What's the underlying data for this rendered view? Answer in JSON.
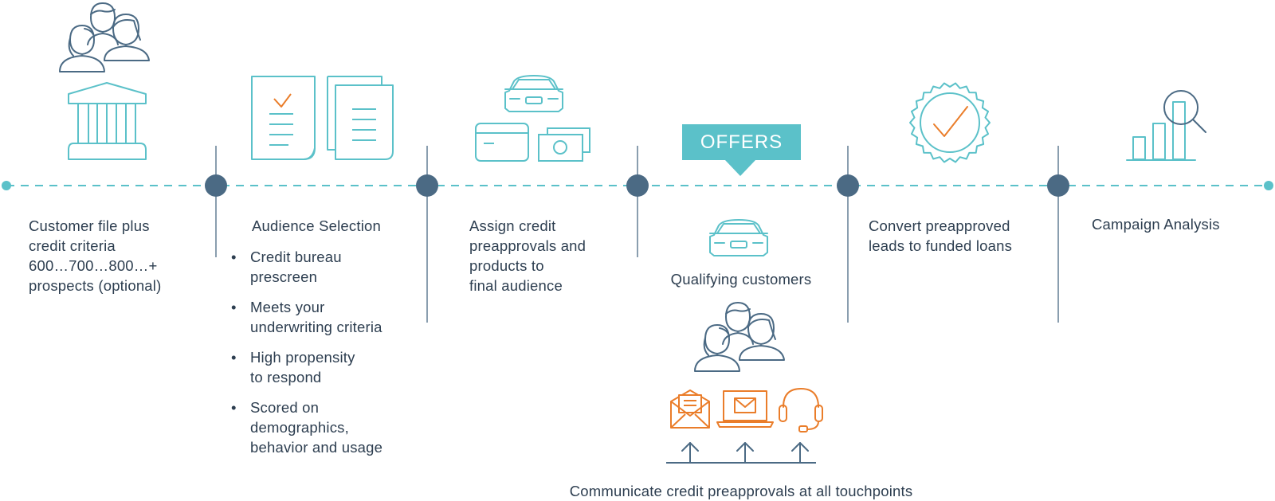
{
  "colors": {
    "teal": "#5bc1c9",
    "slate": "#4b6a84",
    "orange": "#ea7d2a",
    "text": "#2d3e50"
  },
  "stages": [
    {
      "title": "Customer file plus\ncredit criteria\n600…700…800…+\nprospects (optional)",
      "icons": [
        "people-group-icon",
        "bank-building-icon"
      ]
    },
    {
      "title": "Audience Selection",
      "bullets": [
        "Credit bureau\nprescreen",
        "Meets your\nunderwriting criteria",
        "High propensity\nto respond",
        "Scored on\ndemographics,\nbehavior and usage"
      ],
      "icons": [
        "checklist-document-icon",
        "documents-icon"
      ]
    },
    {
      "title": "Assign credit\npreapprovals and\nproducts to\nfinal audience",
      "icons": [
        "car-icon",
        "credit-card-icon",
        "cash-icon"
      ]
    },
    {
      "offers_label": "OFFERS",
      "title": "Qualifying customers",
      "footer": "Communicate credit preapprovals at all touchpoints",
      "icons": [
        "car-icon",
        "people-group-icon",
        "mail-icon",
        "laptop-icon",
        "headset-icon",
        "arrow-up-icon"
      ]
    },
    {
      "title": "Convert preapproved\nleads to funded loans",
      "icons": [
        "approval-seal-icon"
      ]
    },
    {
      "title": "Campaign Analysis",
      "icons": [
        "bar-chart-magnifier-icon"
      ]
    }
  ]
}
